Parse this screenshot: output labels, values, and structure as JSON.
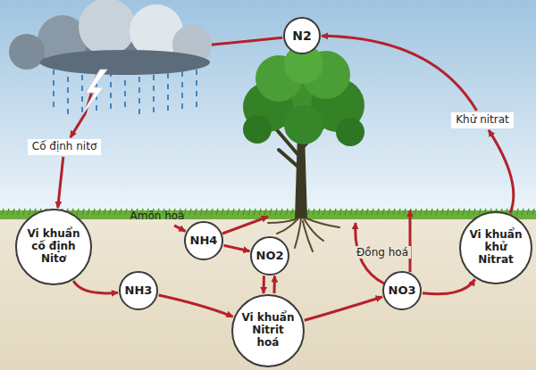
{
  "diagram": {
    "nodes": [
      {
        "text": [
          "N2"
        ]
      },
      {
        "text": [
          "Cố định nitơ"
        ]
      },
      {
        "text": [
          "Khử nitrat"
        ]
      },
      {
        "text": [
          "Vi khuẩn cố định Nitơ"
        ]
      },
      {
        "text": [
          "Amôn hoá"
        ]
      },
      {
        "text": [
          "NH4"
        ]
      },
      {
        "text": [
          "NO2"
        ]
      },
      {
        "text": [
          "NH3"
        ]
      },
      {
        "text": [
          "NO3"
        ]
      },
      {
        "text": [
          "Vi khuẩn khử Nitrat"
        ]
      },
      {
        "text": [
          "Vi khuẩn Nitrit hoá"
        ]
      }
    ],
    "edges": [
      {
        "from": 0,
        "to": 1,
        "arrow": "to"
      },
      {
        "from": 1,
        "to": 3,
        "arrow": "to"
      },
      {
        "from": 3,
        "to": 7,
        "arrow": "to"
      },
      {
        "from": 7,
        "to": 10,
        "arrow": "to"
      },
      {
        "from": 4,
        "to": 5,
        "arrow": "to"
      },
      {
        "from": 5,
        "to": 6,
        "arrow": "to"
      },
      {
        "from": 6,
        "to": 10,
        "arrow": "to"
      },
      {
        "from": 10,
        "to": 6,
        "arrow": "to"
      },
      {
        "from": 10,
        "to": 8,
        "arrow": "to"
      },
      {
        "from": 8,
        "to": 9,
        "arrow": "to"
      },
      {
        "from": 9,
        "to": 2,
        "arrow": "to"
      },
      {
        "from": 2,
        "to": 0,
        "arrow": "to"
      }
    ],
    "labels": [
      "Đồng hoá"
    ]
  }
}
